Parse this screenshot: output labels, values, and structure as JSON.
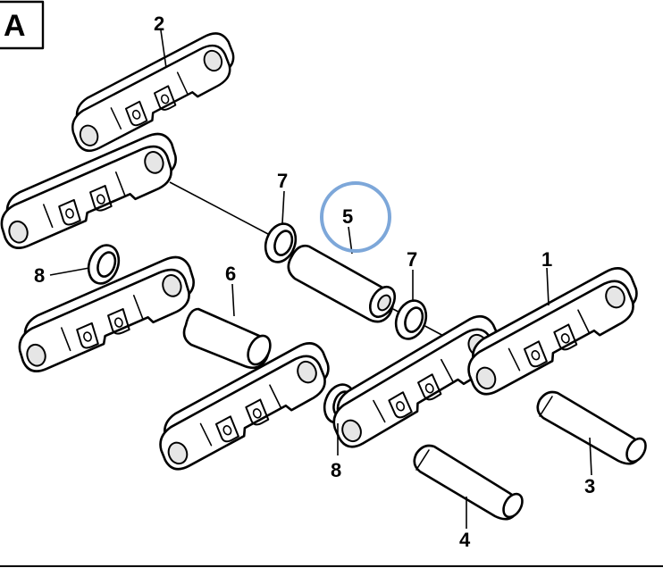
{
  "view_label": "A",
  "callouts": [
    {
      "id": "c1",
      "text": "1"
    },
    {
      "id": "c2",
      "text": "2"
    },
    {
      "id": "c3",
      "text": "3"
    },
    {
      "id": "c4",
      "text": "4"
    },
    {
      "id": "c5",
      "text": "5"
    },
    {
      "id": "c6",
      "text": "6"
    },
    {
      "id": "c7a",
      "text": "7"
    },
    {
      "id": "c7b",
      "text": "7"
    },
    {
      "id": "c8a",
      "text": "8"
    },
    {
      "id": "c8b",
      "text": "8"
    }
  ],
  "colors": {
    "line": "#000000",
    "background": "#ffffff",
    "highlight_circle": "#7da7d9"
  }
}
